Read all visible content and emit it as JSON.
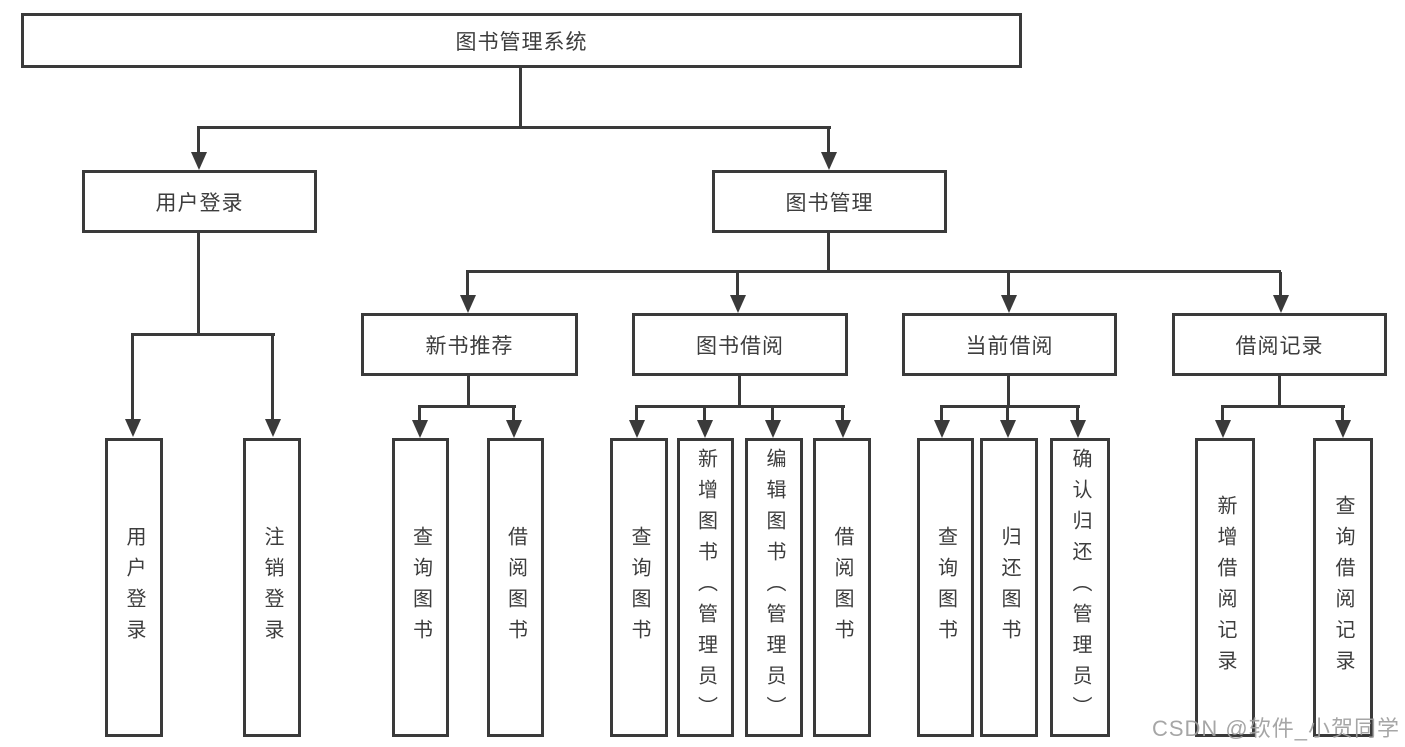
{
  "tree": {
    "label": "图书管理系统",
    "children": [
      {
        "label": "用户登录",
        "children": [
          {
            "label": "用户登录"
          },
          {
            "label": "注销登录"
          }
        ]
      },
      {
        "label": "图书管理",
        "children": [
          {
            "label": "新书推荐",
            "children": [
              {
                "label": "查询图书"
              },
              {
                "label": "借阅图书"
              }
            ]
          },
          {
            "label": "图书借阅",
            "children": [
              {
                "label": "查询图书"
              },
              {
                "label": "新增图书（管理员）"
              },
              {
                "label": "编辑图书（管理员）"
              },
              {
                "label": "借阅图书"
              }
            ]
          },
          {
            "label": "当前借阅",
            "children": [
              {
                "label": "查询图书"
              },
              {
                "label": "归还图书"
              },
              {
                "label": "确认归还（管理员）"
              }
            ]
          },
          {
            "label": "借阅记录",
            "children": [
              {
                "label": "新增借阅记录"
              },
              {
                "label": "查询借阅记录"
              }
            ]
          }
        ]
      }
    ]
  },
  "watermark": {
    "text": "CSDN @软件_小贺同学"
  },
  "colors": {
    "line": "#3a3a3a",
    "box_border": "#3a3a3a",
    "box_fill": "#ffffff",
    "text": "#3d3d3d",
    "watermark": "#9e9e9e",
    "background": "#ffffff"
  }
}
